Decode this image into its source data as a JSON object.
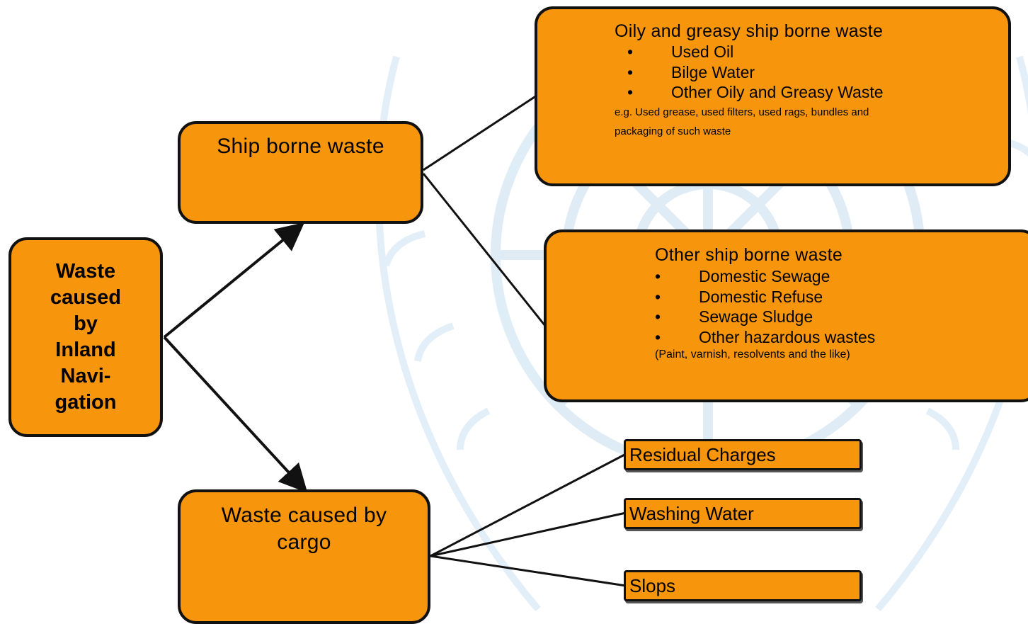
{
  "diagram": {
    "root": {
      "label_lines": [
        "Waste",
        "caused",
        "by",
        "Inland",
        "Navi-",
        "gation"
      ]
    },
    "ship_borne": {
      "label": "Ship borne waste"
    },
    "cargo": {
      "label_lines": [
        "Waste caused by",
        "cargo"
      ]
    },
    "oily": {
      "title": "Oily and greasy ship borne waste",
      "items": [
        "Used Oil",
        "Bilge Water",
        "Other Oily and Greasy Waste"
      ],
      "note_lines": [
        "e.g. Used grease, used filters, used rags, bundles and",
        "packaging of such waste"
      ]
    },
    "other": {
      "title": "Other ship borne waste",
      "items": [
        "Domestic Sewage",
        "Domestic Refuse",
        "Sewage Sludge",
        "Other hazardous wastes"
      ],
      "note": "(Paint, varnish, resolvents and the like)"
    },
    "cargo_items": [
      "Residual Charges",
      "Washing Water",
      "Slops"
    ],
    "bullet_glyph": "•",
    "colors": {
      "box_fill": "#F7960C",
      "border": "#111111",
      "watermark": "#DCEBF6"
    }
  }
}
